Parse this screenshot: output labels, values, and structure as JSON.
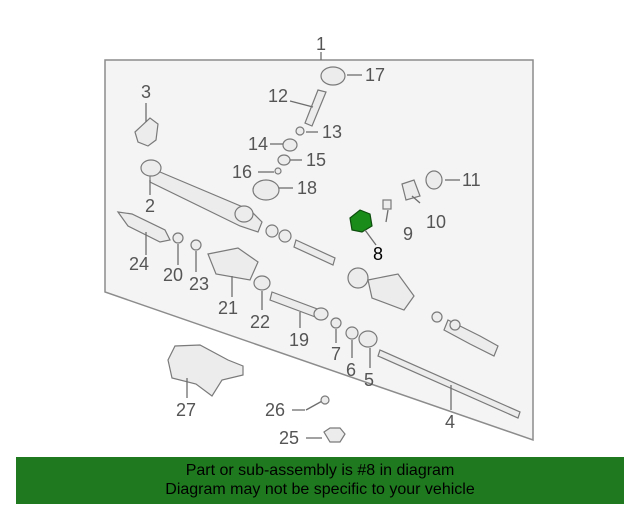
{
  "diagram": {
    "highlighted_part": "8",
    "highlight_color": "#1a8c1a",
    "labels": [
      "1",
      "2",
      "3",
      "4",
      "5",
      "6",
      "7",
      "8",
      "9",
      "10",
      "11",
      "12",
      "13",
      "14",
      "15",
      "16",
      "17",
      "18",
      "19",
      "20",
      "21",
      "22",
      "23",
      "24",
      "25",
      "26",
      "27"
    ]
  },
  "footer": {
    "line1": "Part or sub-assembly is #8 in diagram",
    "line2": "Diagram may not be specific to your vehicle",
    "background": "#1f7a1f"
  }
}
